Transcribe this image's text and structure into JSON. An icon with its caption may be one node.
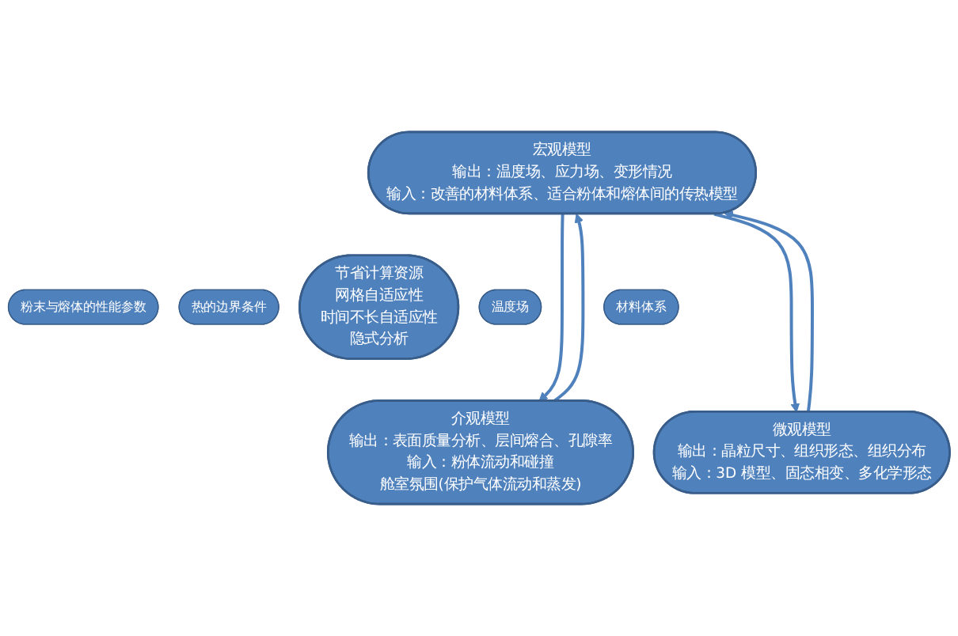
{
  "diagram": {
    "nodes": [
      {
        "text": [
          "宏观模型",
          "输出：温度场、应力场、变形情况",
          "输入：改善的材料体系、适合粉体和熔体间的传热模型"
        ]
      },
      {
        "text": [
          "粉末与熔体的性能参数"
        ]
      },
      {
        "text": [
          "热的边界条件"
        ]
      },
      {
        "text": [
          "节省计算资源",
          "网格自适应性",
          "时间不长自适应性",
          "隐式分析"
        ]
      },
      {
        "text": [
          "温度场"
        ]
      },
      {
        "text": [
          "材料体系"
        ]
      },
      {
        "text": [
          "介观模型",
          "输出：表面质量分析、层间熔合、孔隙率",
          "输入：粉体流动和碰撞",
          "舱室氛围(保护气体流动和蒸发)"
        ]
      },
      {
        "text": [
          "微观模型",
          "输出：晶粒尺寸、组织形态、组织分布",
          "输入：3D 模型、固态相变、多化学形态"
        ]
      }
    ],
    "edges": [
      {
        "from": 6,
        "to": 0,
        "arrow": "to"
      },
      {
        "from": 0,
        "to": 6,
        "arrow": "to"
      },
      {
        "from": 0,
        "to": 7,
        "arrow": "to"
      },
      {
        "from": 7,
        "to": 0,
        "arrow": "to"
      }
    ]
  }
}
